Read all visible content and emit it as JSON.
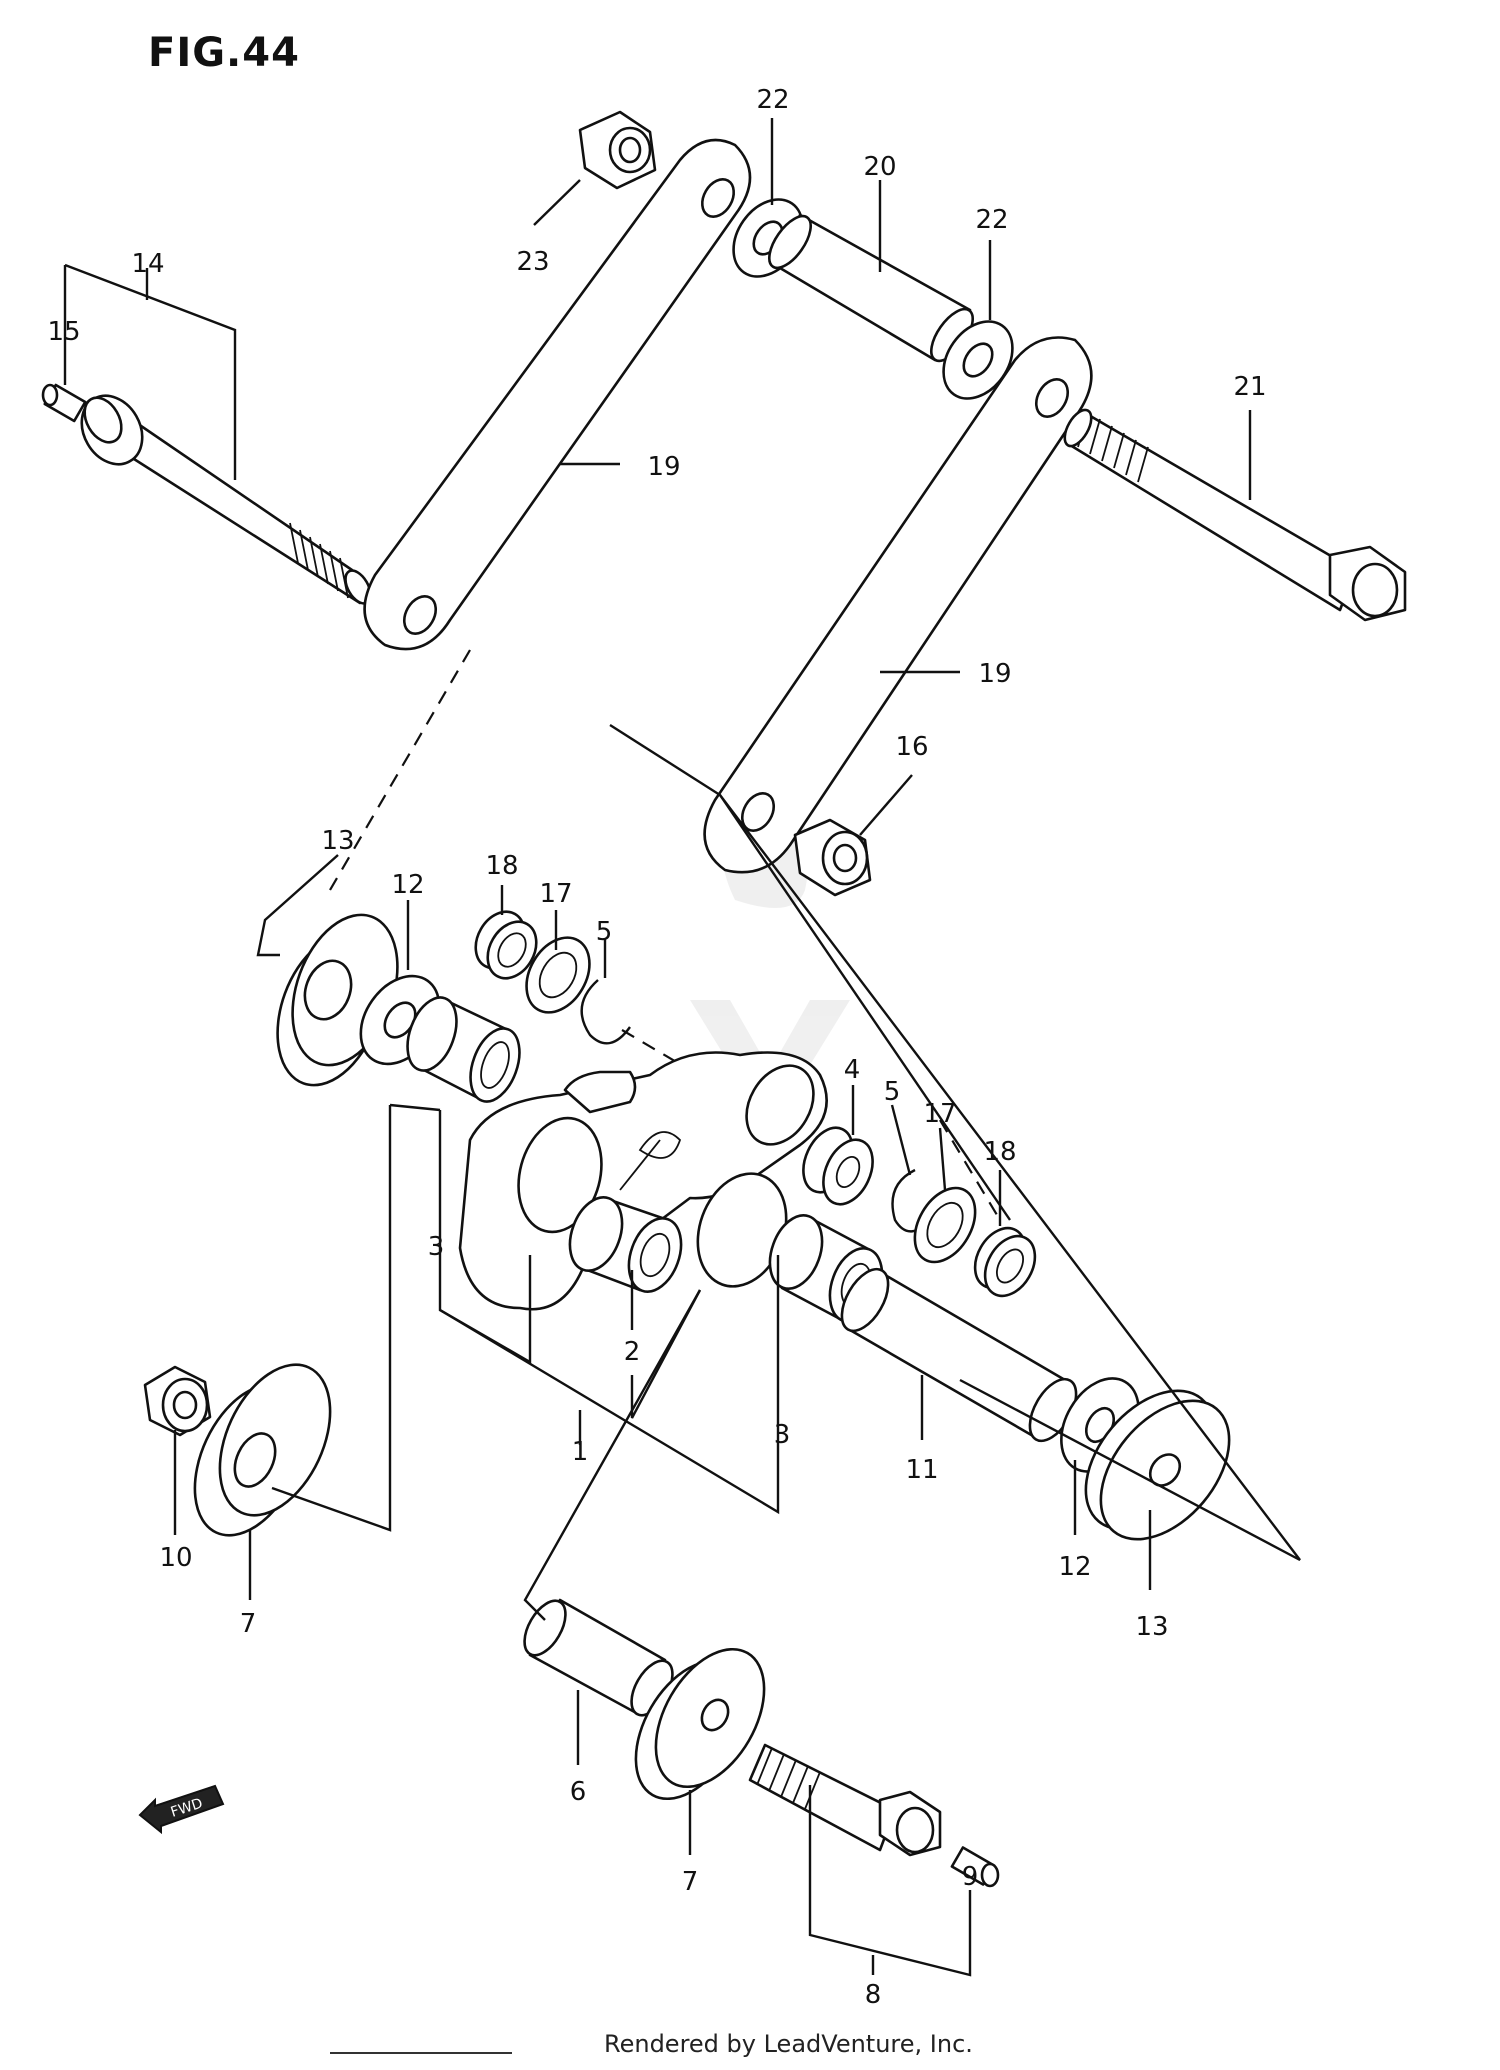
{
  "figure": {
    "title": "FIG.44"
  },
  "callouts": {
    "c1": "1",
    "c2": "2",
    "c3a": "3",
    "c3b": "3",
    "c4": "4",
    "c5a": "5",
    "c5b": "5",
    "c6": "6",
    "c7a": "7",
    "c7b": "7",
    "c8": "8",
    "c9": "9",
    "c10": "10",
    "c11": "11",
    "c12a": "12",
    "c12b": "12",
    "c13a": "13",
    "c13b": "13",
    "c14": "14",
    "c15": "15",
    "c16": "16",
    "c17a": "17",
    "c17b": "17",
    "c18a": "18",
    "c18b": "18",
    "c19a": "19",
    "c19b": "19",
    "c20": "20",
    "c21": "21",
    "c22a": "22",
    "c22b": "22",
    "c23": "23"
  },
  "fwd_badge": "FWD",
  "footer": {
    "rendered_by": "Rendered by LeadVenture, Inc."
  },
  "colors": {
    "line": "#111111",
    "background": "#ffffff",
    "watermark": "#e6e6e6"
  }
}
